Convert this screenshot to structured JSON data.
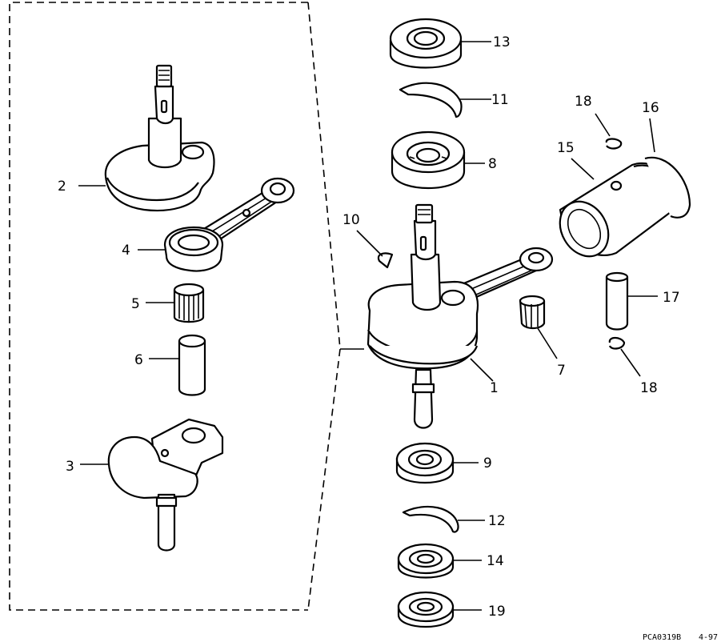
{
  "labels": {
    "p1": "1",
    "p2": "2",
    "p3": "3",
    "p4": "4",
    "p5": "5",
    "p6": "6",
    "p7": "7",
    "p8": "8",
    "p9": "9",
    "p10": "10",
    "p11": "11",
    "p12": "12",
    "p13": "13",
    "p14": "14",
    "p15": "15",
    "p16": "16",
    "p17": "17",
    "p18a": "18",
    "p18b": "18",
    "p19": "19"
  },
  "footer": {
    "code": "PCA0319B",
    "revision": "4-97"
  }
}
